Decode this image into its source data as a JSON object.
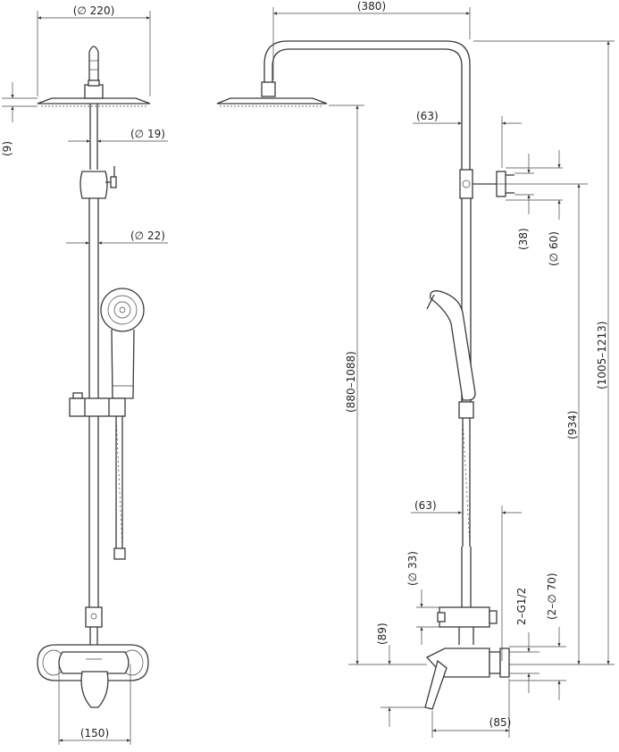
{
  "colors": {
    "line": "#3a3a3a",
    "background": "#ffffff"
  },
  "front_view": {
    "head_diameter": "(∅ 220)",
    "head_thickness": "(9)",
    "upper_pipe_diameter": "(∅ 19)",
    "lower_pipe_diameter": "(∅ 22)",
    "mixer_width": "(150)"
  },
  "side_view": {
    "arm_length": "(380)",
    "arm_offset": "(63)",
    "bracket_depth": "(38)",
    "bracket_diameter": "(∅ 60)",
    "head_height_range": "(880–1088)",
    "total_height_range": "(1005–1213)",
    "slide_bar_height": "(934)",
    "lower_offset": "(63)",
    "connector_diameter": "(∅ 33)",
    "thread_spec": "2–G1/2",
    "escutcheon_diameter": "(2–∅ 70)",
    "mixer_height": "(89)",
    "mixer_depth": "(85)"
  }
}
